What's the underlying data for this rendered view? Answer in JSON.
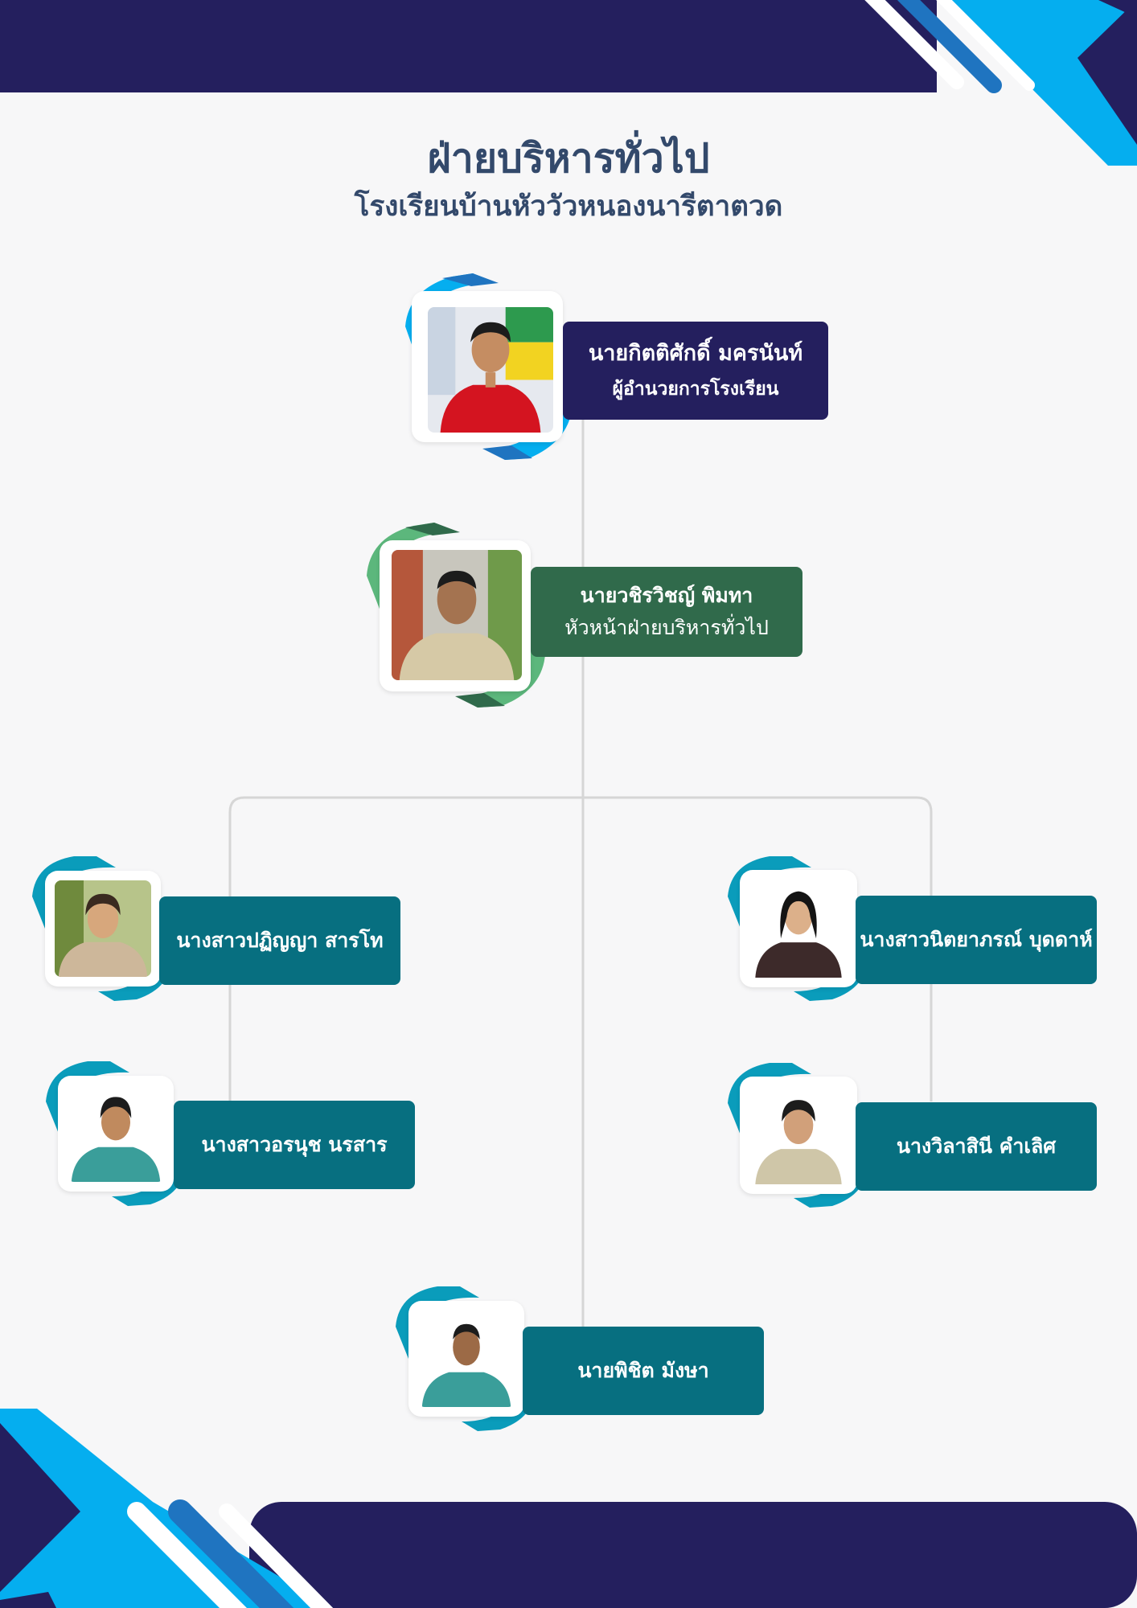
{
  "title": "ฝ่ายบริหารทั่วไป",
  "subtitle": "โรงเรียนบ้านหัววัวหนองนารีตาตวด",
  "colors": {
    "navy": "#241f5e",
    "sky": "#05aeef",
    "mid_blue": "#1f74c0",
    "forest": "#306a4b",
    "leaf": "#5cb77c",
    "teal": "#076f80",
    "teal_accent": "#0a9cbb",
    "connector": "#d6d6d6",
    "title_text": "#33496b"
  },
  "people": {
    "director": {
      "name": "นายกิตติศักดิ์  มครนันท์",
      "role": "ผู้อำนวยการโรงเรียน",
      "photo": "photo-man-red-shirt"
    },
    "head": {
      "name": "นายวชิรวิชญ์  พิมทา",
      "role": "หัวหน้าฝ่ายบริหารทั่วไป",
      "photo": "photo-man-khaki-uniform"
    },
    "member1": {
      "name": "นางสาวปฏิญญา  สารโท",
      "photo": "photo-woman-khaki-uniform"
    },
    "member2": {
      "name": "นางสาวอรนุช  นรสาร",
      "photo": "photo-woman-teal-shirt"
    },
    "member3": {
      "name": "นางสาวนิตยาภรณ์  บุดดาห์",
      "photo": "photo-woman-dark-dress"
    },
    "member4": {
      "name": "นางวิลาสินี  คำเลิศ",
      "photo": "photo-woman-beige-jacket"
    },
    "member5": {
      "name": "นายพิชิต  มังษา",
      "photo": "photo-man-teal-shirt"
    }
  }
}
